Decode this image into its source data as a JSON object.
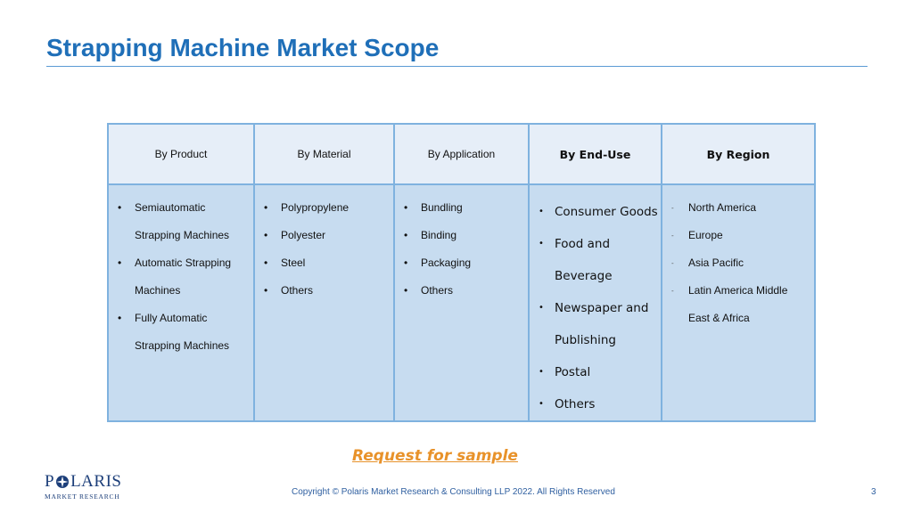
{
  "title": "Strapping Machine Market Scope",
  "columns": [
    {
      "header": "By Product",
      "items": [
        "Semiautomatic",
        "Strapping Machines",
        "Automatic Strapping",
        "Machines",
        "Fully Automatic",
        "Strapping Machines"
      ]
    },
    {
      "header": "By Material",
      "items": [
        "Polypropylene",
        "Polyester",
        "Steel",
        "Others"
      ]
    },
    {
      "header": "By Application",
      "items": [
        "Bundling",
        "Binding",
        "Packaging",
        "Others"
      ]
    },
    {
      "header": "By End-Use",
      "items": [
        "Consumer Goods",
        "Food and",
        "Beverage",
        "Newspaper and",
        "Publishing",
        "Postal",
        "Others"
      ]
    },
    {
      "header": "By Region",
      "items": [
        "North America",
        "Europe",
        "Asia Pacific",
        "Latin America Middle",
        "East & Africa"
      ]
    }
  ],
  "cta": "Request for sample",
  "logo": {
    "main_left": "P",
    "main_right": "LARIS",
    "sub": "MARKET RESEARCH"
  },
  "footer": {
    "copyright": "Copyright © Polaris Market Research & Consulting LLP 2022. All Rights Reserved",
    "page": "3"
  },
  "colors": {
    "title": "#1f6fb8",
    "header_bg": "#e6eef8",
    "body_bg": "#c7dcf0",
    "border": "#7fb2df",
    "cta": "#e8922a"
  },
  "icons": {
    "logo": "compass-star-icon"
  }
}
